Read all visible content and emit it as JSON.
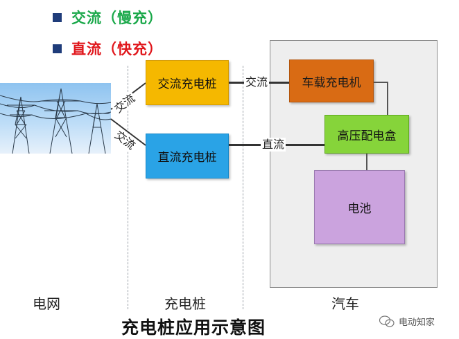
{
  "legend": [
    {
      "label": "交流（慢充）",
      "color": "#1aa84a"
    },
    {
      "label": "直流（快充）",
      "color": "#e0161b"
    }
  ],
  "regions": {
    "grid": "电网",
    "charging_pile": "充电桩",
    "vehicle": "汽车"
  },
  "nodes": {
    "ac_pile": "交流充电桩",
    "dc_pile": "直流充电桩",
    "onboard_charger": "车载充电机",
    "hv_distribution_box": "高压配电盒",
    "battery": "电池"
  },
  "edges": {
    "grid_to_ac": "交流",
    "grid_to_dc": "交流",
    "ac_to_car": "交流",
    "dc_to_car": "直流"
  },
  "caption": "充电桩应用示意图",
  "watermark": "电动知家",
  "colors": {
    "ac_pile": "#f5b800",
    "dc_pile": "#2aa3e6",
    "onboard_charger": "#d96b14",
    "hv_box": "#86d43a",
    "battery": "#cba3de",
    "legend_square": "#1f3c7a"
  }
}
